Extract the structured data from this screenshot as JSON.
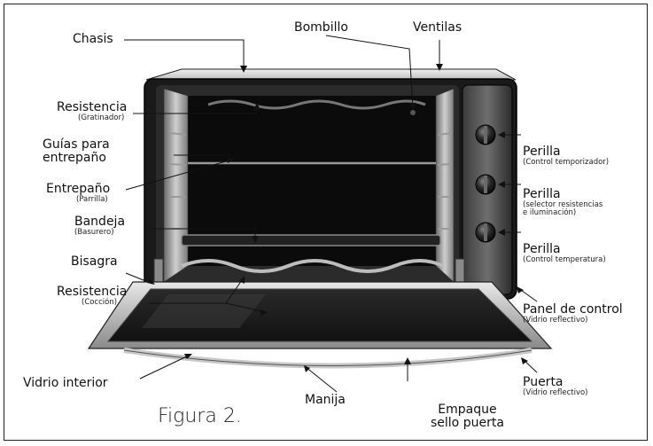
{
  "labels": {
    "chasis": "Chasis",
    "bombillo": "Bombillo",
    "ventilas": "Ventilas",
    "resistencia_top": {
      "title": "Resistencia",
      "sub": "(Gratinador)"
    },
    "guias": {
      "line1": "Guías para",
      "line2": "entrepaño"
    },
    "entrepano": {
      "title": "Entrepaño",
      "sub": "(Parrilla)"
    },
    "bandeja": {
      "title": "Bandeja",
      "sub": "(Basurero)"
    },
    "bisagra": "Bisagra",
    "resistencia_bottom": {
      "title": "Resistencia",
      "sub": "(Cocción)"
    },
    "vidrio_interior": "Vidrio interior",
    "manija": "Manija",
    "empaque": {
      "line1": "Empaque",
      "line2": "sello puerta"
    },
    "perilla1": {
      "title": "Perilla",
      "sub": "(Control temporizador)"
    },
    "perilla2": {
      "title": "Perilla",
      "sub1": "(selector resistencias",
      "sub2": "e iluminación)"
    },
    "perilla3": {
      "title": "Perilla",
      "sub": "(Control temperatura)"
    },
    "panel": {
      "title": "Panel de control",
      "sub": "(Vidrio reflectivo)"
    },
    "puerta": {
      "title": "Puerta",
      "sub": "(Vidrio reflectivo)"
    },
    "caption": "Figura 2."
  },
  "colors": {
    "body_dark": "#1a1a1a",
    "cavity": "#0b0b0b",
    "metal_light": "#d8d8d8",
    "metal_mid": "#9a9a9a",
    "door_glass": "#1c1c1c",
    "knob": "#2a2a2a"
  }
}
